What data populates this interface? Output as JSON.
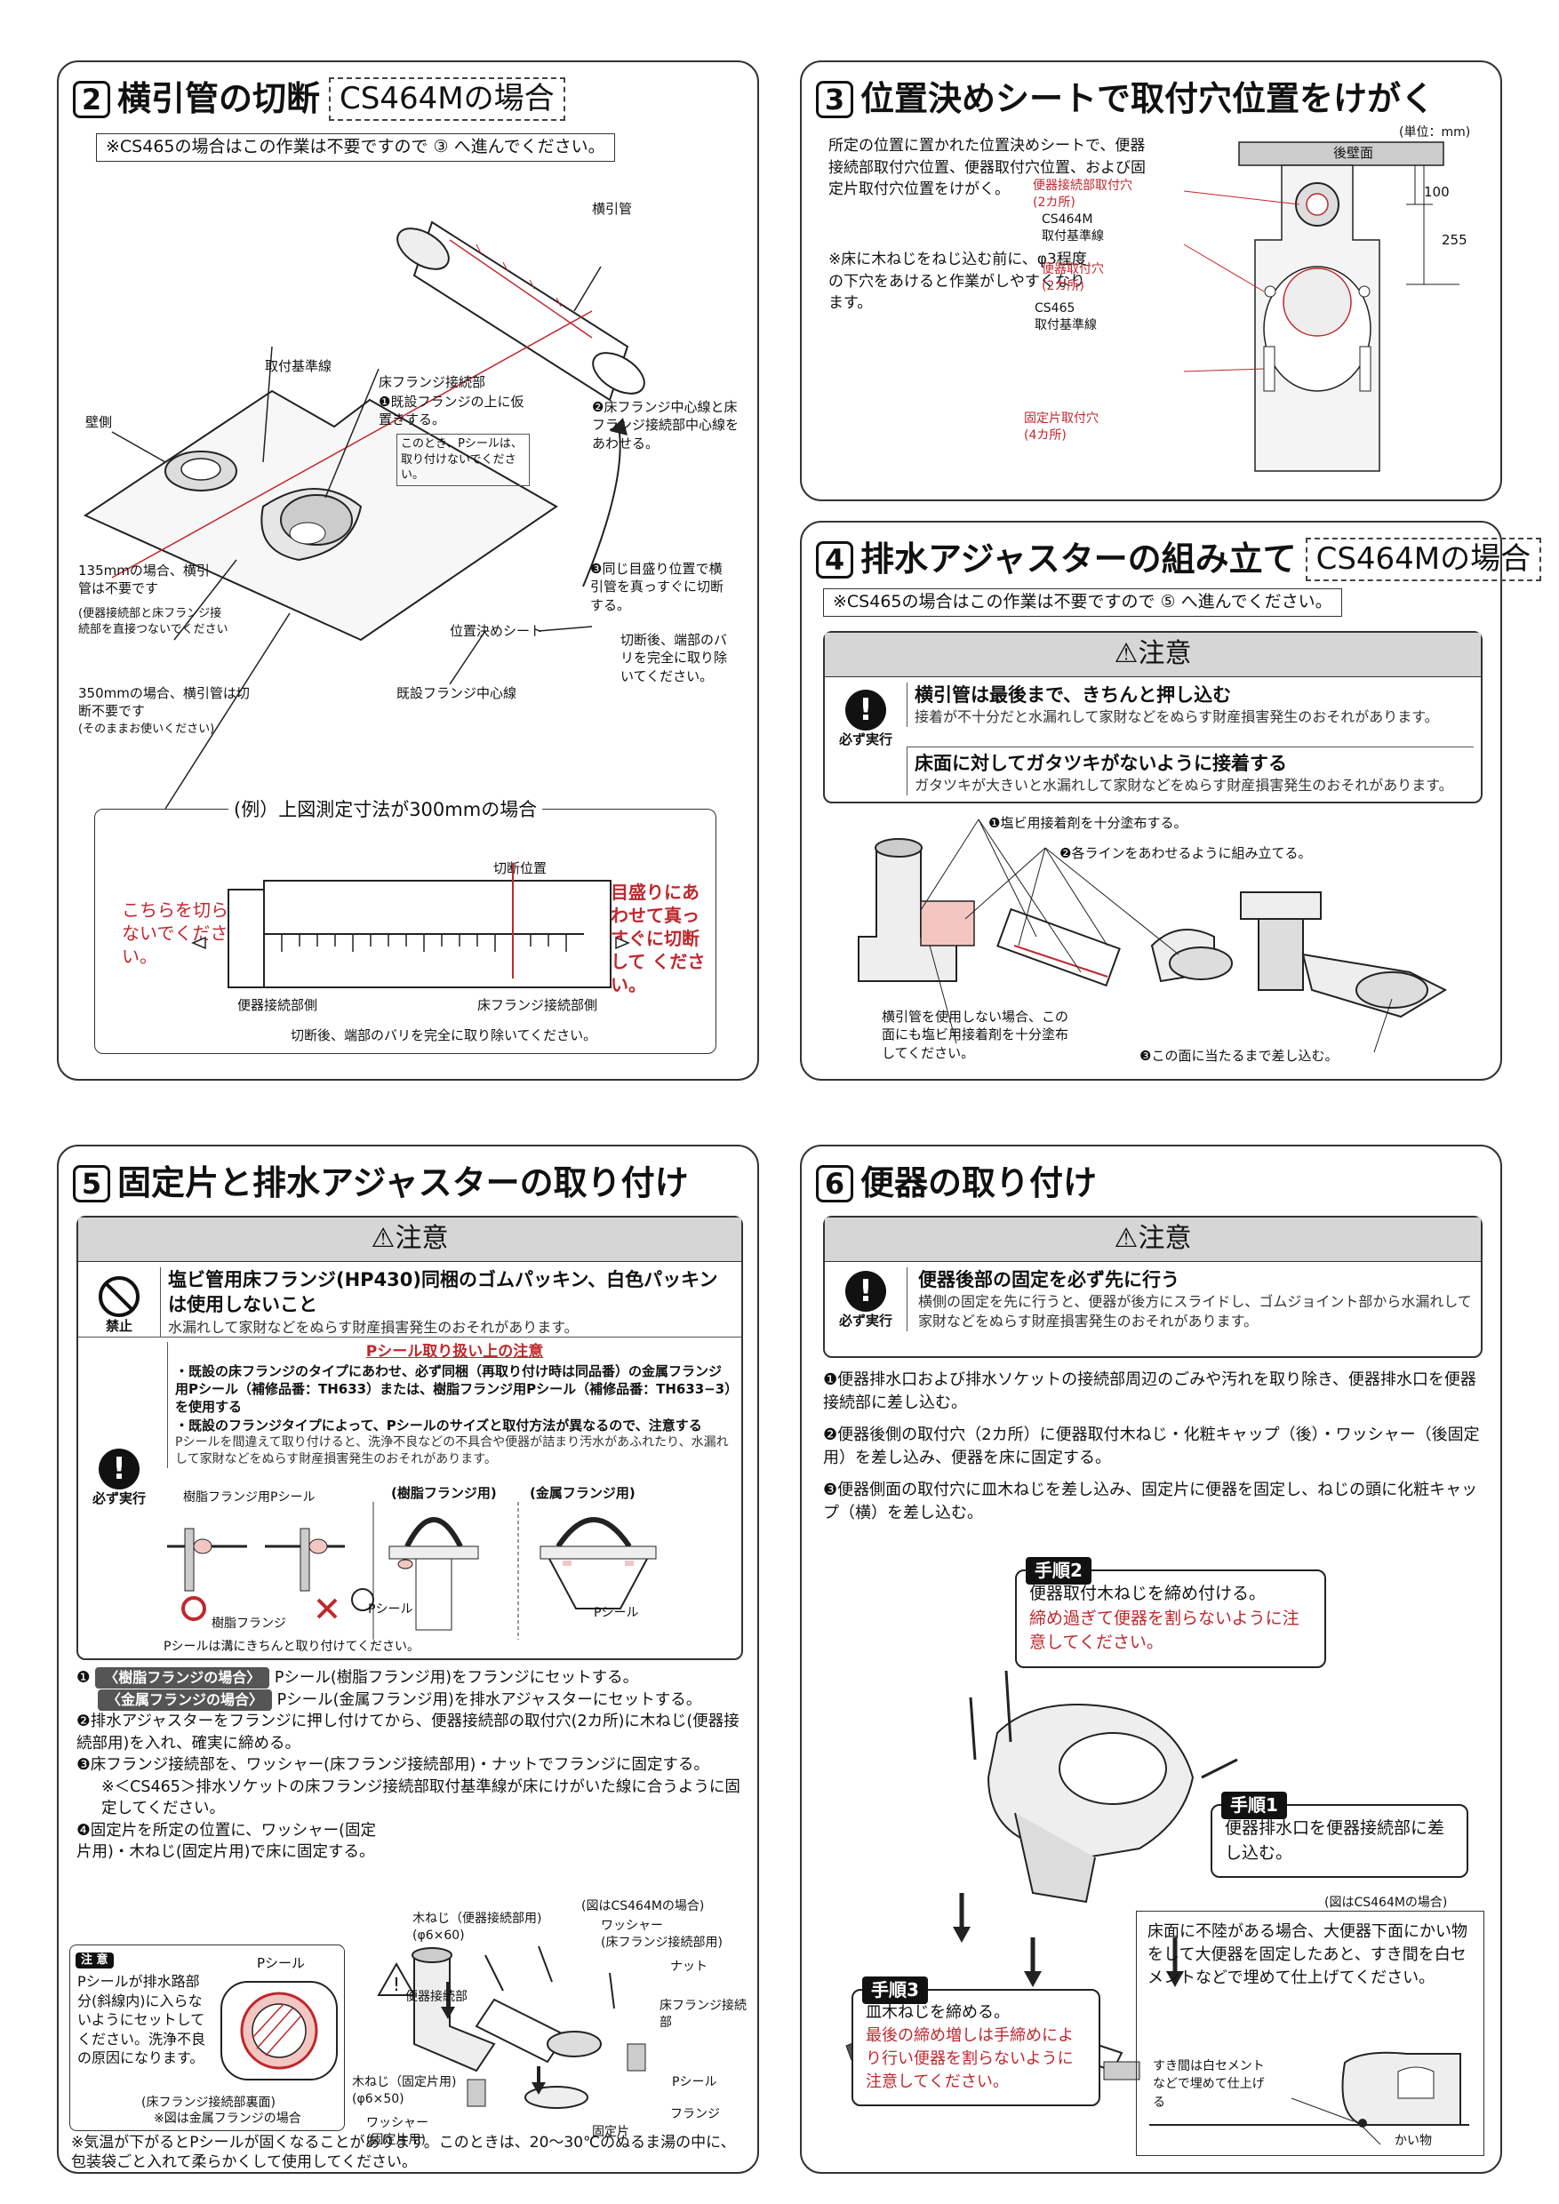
{
  "p2": {
    "num": "2",
    "title": "横引管の切断",
    "tag": "CS464Mの場合",
    "note": "※CS465の場合はこの作業は不要ですので ③ へ進んでください。",
    "labels": {
      "yokobikikan": "横引管",
      "toritsuke_kijunsen": "取付基準線",
      "kabegawa": "壁側",
      "yuka_flange": "床フランジ接続部",
      "step1": "❶既設フランジの上に仮置きする。",
      "step1_sub": "このとき、Pシールは、取り付けないでください。",
      "step2": "❷床フランジ中心線と床フランジ接続部中心線をあわせる。",
      "step3": "❸同じ目盛り位置で横引管を真っすぐに切断する。",
      "after_cut": "切断後、端部のバリを完全に取り除いてください。",
      "ichi_sheet": "位置決めシート",
      "kisetsu_center": "既設フランジ中心線",
      "m135": "135mmの場合、横引管は不要です",
      "m135_sub": "(便器接続部と床フランジ接続部を直接つないでください",
      "m350": "350mmの場合、横引管は切断不要です",
      "m350_sub": "(そのままお使いください)"
    },
    "example": {
      "title": "(例）上図測定寸法が300mmの場合",
      "cut_pos": "切断位置",
      "left_warn": "こちらを切らないでください。",
      "right_warn": "目盛りにあわせて真っすぐに切断して ください。",
      "left_side": "便器接続部側",
      "right_side": "床フランジ接続部側",
      "footer": "切断後、端部のバリを完全に取り除いてください。"
    }
  },
  "p3": {
    "num": "3",
    "title": "位置決めシートで取付穴位置をけがく",
    "desc": "所定の位置に置かれた位置決めシートで、便器接続部取付穴位置、便器取付穴位置、および固定片取付穴位置をけがく。",
    "note": "※床に木ねじをねじ込む前に、φ3程度の下穴をあけると作業がしやすくなります。",
    "unit": "(単位：mm)",
    "back_wall": "後壁面",
    "d100": "100",
    "d255": "255",
    "l1": "便器接続部取付穴",
    "l1b": "(2カ所)",
    "l2": "CS464M",
    "l2b": "取付基準線",
    "l3": "便器取付穴",
    "l3b": "(2カ所)",
    "l4": "CS465",
    "l4b": "取付基準線",
    "l5": "固定片取付穴",
    "l5b": "(4カ所)"
  },
  "p4": {
    "num": "4",
    "title": "排水アジャスターの組み立て",
    "tag": "CS464Mの場合",
    "note": "※CS465の場合はこの作業は不要ですので ⑤ へ進んでください。",
    "caution": "注意",
    "must": "必ず実行",
    "c1_title": "横引管は最後まで、きちんと押し込む",
    "c1_desc": "接着が不十分だと水漏れして家財などをぬらす財産損害発生のおそれがあります。",
    "c2_title": "床面に対してガタツキがないように接着する",
    "c2_desc": "ガタツキが大きいと水漏れして家財などをぬらす財産損害発生のおそれがあります。",
    "s1": "❶塩ビ用接着剤を十分塗布する。",
    "s2": "❷各ラインをあわせるように組み立てる。",
    "s3": "❸この面に当たるまで差し込む。",
    "s_note": "横引管を使用しない場合、この面にも塩ビ用接着剤を十分塗布してください。"
  },
  "p5": {
    "num": "5",
    "title": "固定片と排水アジャスターの取り付け",
    "caution": "注意",
    "forbid": "禁止",
    "must": "必ず実行",
    "c1_title": "塩ビ管用床フランジ(HP430)同梱のゴムパッキン、白色パッキンは使用しないこと",
    "c1_desc": "水漏れして家財などをぬらす財産損害発生のおそれがあります。",
    "ps_title": "Pシール取り扱い上の注意",
    "ps1": "・既設の床フランジのタイプにあわせ、必ず同梱（再取り付け時は同品番）の金属フランジ用Pシール（補修品番：TH633）または、樹脂フランジ用Pシール（補修品番：TH633−3）を使用する",
    "ps2": "・既設のフランジタイプによって、Pシールのサイズと取付方法が異なるので、注意する",
    "ps2_desc": "Pシールを間違えて取り付けると、洗浄不良などの不具合や便器が詰まり汚水があふれたり、水漏れして家財などをぬらす財産損害発生のおそれがあります。",
    "fig_a": "樹脂フランジ用Pシール",
    "fig_b": "樹脂フランジ",
    "fig_c": "(樹脂フランジ用)",
    "fig_d": "(金属フランジ用)",
    "fig_e": "Pシール",
    "fig_f": "Pシール",
    "fig_foot": "Pシールは溝にきちんと取り付けてください。",
    "step1a_tag": "〈樹脂フランジの場合〉",
    "step1a": "Pシール(樹脂フランジ用)をフランジにセットする。",
    "step1b_tag": "〈金属フランジの場合〉",
    "step1b": "Pシール(金属フランジ用)を排水アジャスターにセットする。",
    "step2": "❷排水アジャスターをフランジに押し付けてから、便器接続部の取付穴(2カ所)に木ねじ(便器接続部用)を入れ、確実に締める。",
    "step3": "❸床フランジ接続部を、ワッシャー(床フランジ接続部用)・ナットでフランジに固定する。",
    "step3_note": "※＜CS465＞排水ソケットの床フランジ接続部取付基準線が床にけがいた線に合うように固定してください。",
    "step4": "❹固定片を所定の位置に、ワッシャー(固定片用)・木ねじ(固定片用)で床に固定する。",
    "n_tag": "注 意",
    "n_ps": "Pシール",
    "n_text": "Pシールが排水路部分(斜線内)に入らないようにセットしてください。洗浄不良の原因になります。",
    "n_cap": "(床フランジ接続部裏面)",
    "n_cap2": "※図は金属フランジの場合",
    "d1": "木ねじ（便器接続部用)",
    "d1b": "(φ6×60)",
    "d2": "(図はCS464Mの場合)",
    "d3": "ワッシャー",
    "d3b": "(床フランジ接続部用)",
    "d4": "ナット",
    "d5": "床フランジ接続部",
    "d6": "便器接続部",
    "d7": "木ねじ（固定片用)",
    "d7b": "(φ6×50)",
    "d8": "ワッシャー",
    "d8b": "(固定片用)",
    "d9": "Pシール",
    "d10": "固定片",
    "d11": "フランジ",
    "footer": "※気温が下がるとPシールが固くなることがあります。このときは、20〜30℃のぬるま湯の中に、包装袋ごと入れて柔らかくして使用してください。"
  },
  "p6": {
    "num": "6",
    "title": "便器の取り付け",
    "caution": "注意",
    "must": "必ず実行",
    "c1_title": "便器後部の固定を必ず先に行う",
    "c1_desc": "横側の固定を先に行うと、便器が後方にスライドし、ゴムジョイント部から水漏れして家財などをぬらす財産損害発生のおそれがあります。",
    "s1": "❶便器排水口および排水ソケットの接続部周辺のごみや汚れを取り除き、便器排水口を便器接続部に差し込む。",
    "s2": "❷便器後側の取付穴（2カ所）に便器取付木ねじ・化粧キャップ（後）・ワッシャー（後固定用）を差し込み、便器を床に固定する。",
    "s3": "❸便器側面の取付穴に皿木ねじを差し込み、固定片に便器を固定し、ねじの頭に化粧キャップ（横）を差し込む。",
    "t2": "手順2",
    "t2_text": "便器取付木ねじを締め付ける。",
    "t2_red": "締め過ぎて便器を割らないように注意してください。",
    "t1": "手順1",
    "t1_text": "便器排水口を便器接続部に差し込む。",
    "t3": "手順3",
    "t3_text": "皿木ねじを締める。",
    "t3_red": "最後の締め増しは手締めにより行い便器を割らないように注意してください。",
    "fig_note": "(図はCS464Mの場合)",
    "floor_note": "床面に不陸がある場合、大便器下面にかい物をして大便器を固定したあと、すき間を白セメントなどで埋めて仕上げてください。",
    "gap": "すき間は白セメントなどで埋めて仕上げる",
    "kaimono": "かい物"
  }
}
